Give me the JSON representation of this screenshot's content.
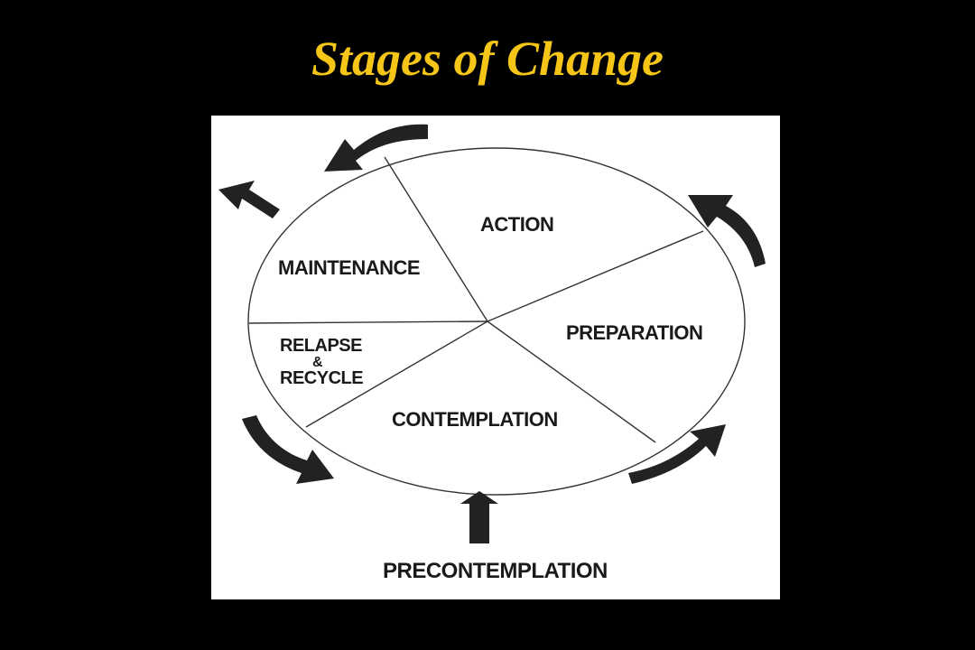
{
  "title": "Stages of Change",
  "colors": {
    "background": "#000000",
    "title": "#f5c518",
    "panel": "#ffffff",
    "ink": "#222222"
  },
  "stages": {
    "action": "ACTION",
    "preparation": "PREPARATION",
    "contemplation": "CONTEMPLATION",
    "relapse_line1": "RELAPSE",
    "relapse_amp": "&",
    "relapse_line2": "RECYCLE",
    "maintenance": "MAINTENANCE"
  },
  "entry_point": "PRECONTEMPLATION",
  "icons": {
    "cycle_arrows": "curved-arrow-icon",
    "exit_arrow": "straight-arrow-icon",
    "entry_arrow": "up-arrow-icon"
  }
}
